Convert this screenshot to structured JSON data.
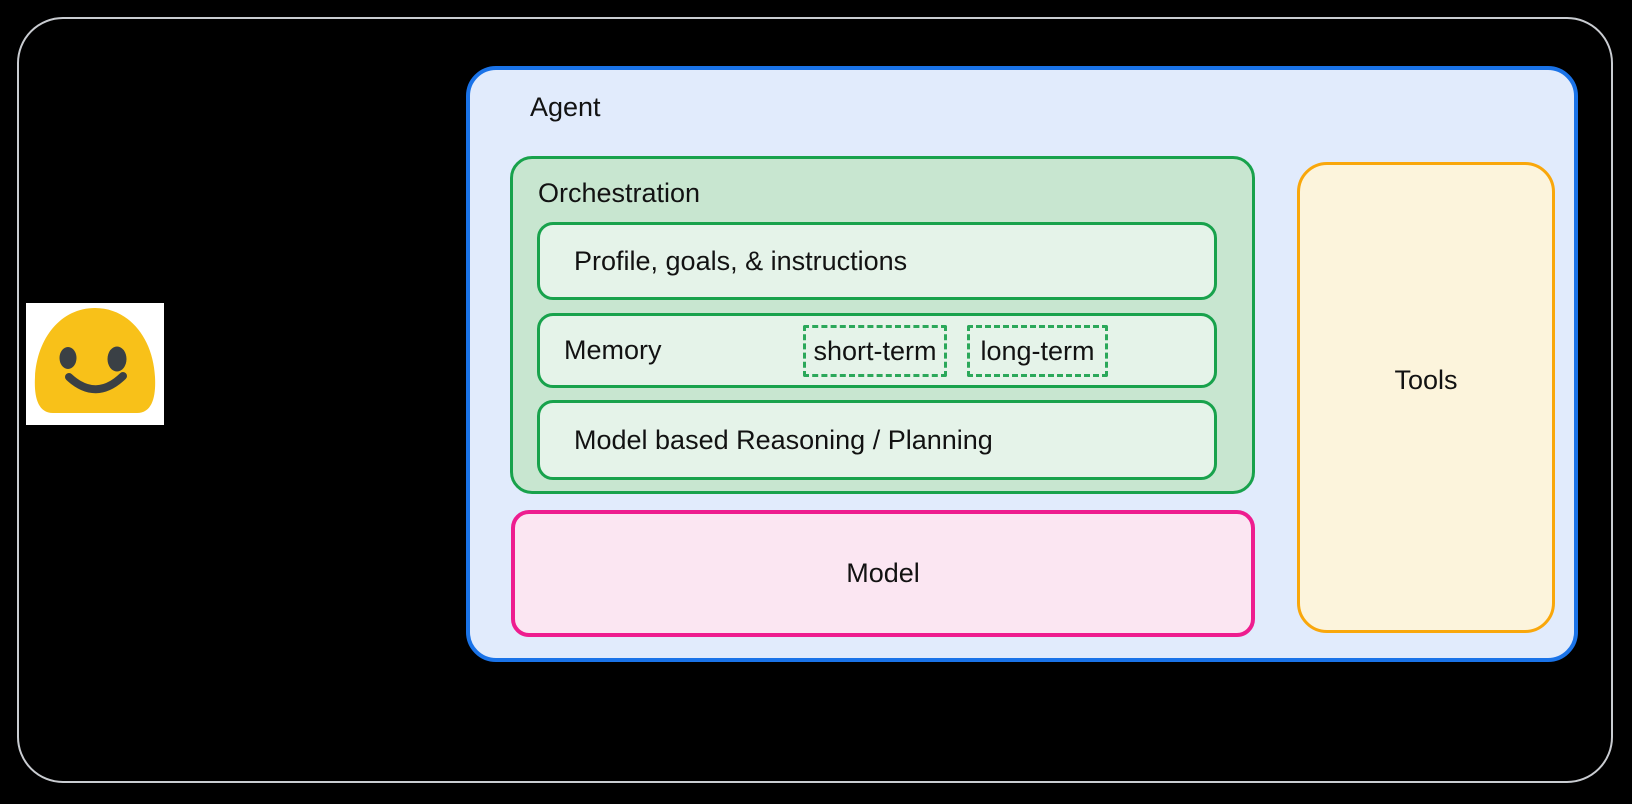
{
  "agent": {
    "label": "Agent"
  },
  "orchestration": {
    "label": "Orchestration",
    "profile": {
      "label": "Profile, goals, & instructions"
    },
    "memory": {
      "label": "Memory",
      "short_term": "short-term",
      "long_term": "long-term"
    },
    "reasoning": {
      "label": "Model based Reasoning / Planning"
    }
  },
  "model": {
    "label": "Model"
  },
  "tools": {
    "label": "Tools"
  },
  "emoji": {
    "icon": "smiling-blob-face-emoji"
  },
  "colors": {
    "background": "#000000",
    "frame_border": "#c9ccd1",
    "agent_fill": "#e1ebfc",
    "agent_border": "#1a73e8",
    "orchestration_fill": "#c8e6d0",
    "green_border": "#18a24c",
    "inner_green_fill": "#e5f3e9",
    "dashed_green": "#2ba85a",
    "model_fill": "#fbe6f2",
    "model_border": "#ee1d8f",
    "tools_fill": "#fcf4dc",
    "tools_border": "#f9a70b",
    "emoji_yellow": "#f8c119",
    "emoji_dark": "#3a4045",
    "text": "#121212"
  }
}
